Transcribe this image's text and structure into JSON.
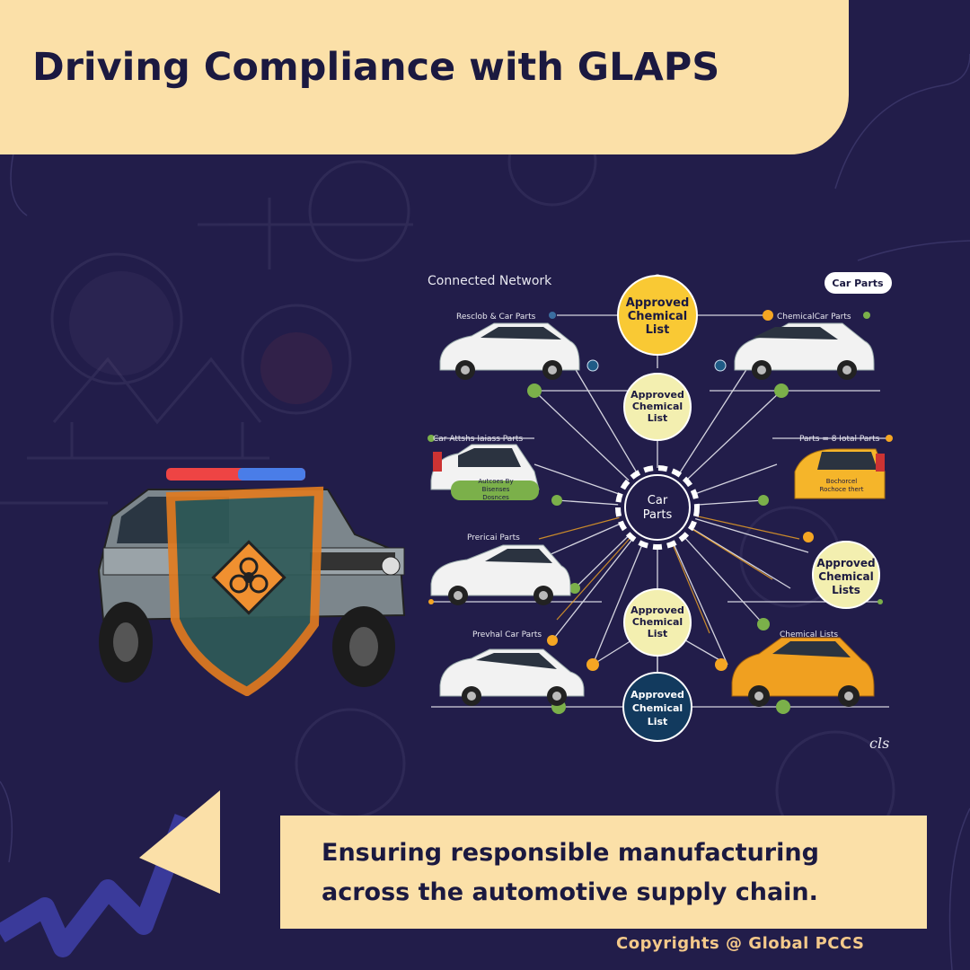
{
  "header": {
    "title": "Driving Compliance with GLAPS"
  },
  "diagram": {
    "network_label": "Connected Network",
    "badge": "Car Parts",
    "hub": "Car Parts",
    "nodes": [
      {
        "line1": "Approved",
        "line2": "Chemical",
        "line3": "List"
      },
      {
        "line1": "Approved",
        "line2": "Chemical",
        "line3": "List"
      },
      {
        "line1": "Approved",
        "line2": "Chemical",
        "line3": "Lists"
      },
      {
        "line1": "Approved",
        "line2": "Chemical",
        "line3": "List"
      },
      {
        "line1": "Approved",
        "line2": "Chemical",
        "line3": "List"
      }
    ],
    "labels": {
      "top_left": "Resclob & Car Parts",
      "top_right": "ChemicalCar Parts",
      "mid_left": "Car Attshs Iaiass Parts",
      "mid_right": "Parts = 8 Iotal Parts",
      "lower_left": "Prericai Parts",
      "bottom_left": "Prevhal Car Parts",
      "bottom_right": "Chemical Lists"
    },
    "car_tags": {
      "green_line1": "Autcoes By",
      "green_line2": "Bisenses",
      "green_line3": "Dosnces",
      "orange_line1": "Bochorcel",
      "orange_line2": "Rochoce thert"
    },
    "signature": "cls"
  },
  "vehicle": {
    "icon": "biohazard-icon"
  },
  "tagline": {
    "line1": "Ensuring responsible manufacturing",
    "line2": "across the automotive supply chain."
  },
  "footer": {
    "copyright": "Copyrights @ Global PCCS"
  },
  "colors": {
    "background": "#221d4a",
    "banner": "#fbe0a8",
    "title_text": "#1b1940",
    "accent_orange": "#f5a623",
    "accent_green": "#7bb04a",
    "node_yellow": "#f9c934",
    "node_cream": "#f3efb0",
    "node_navy": "#123a5e",
    "copyright": "#f4c98a"
  }
}
